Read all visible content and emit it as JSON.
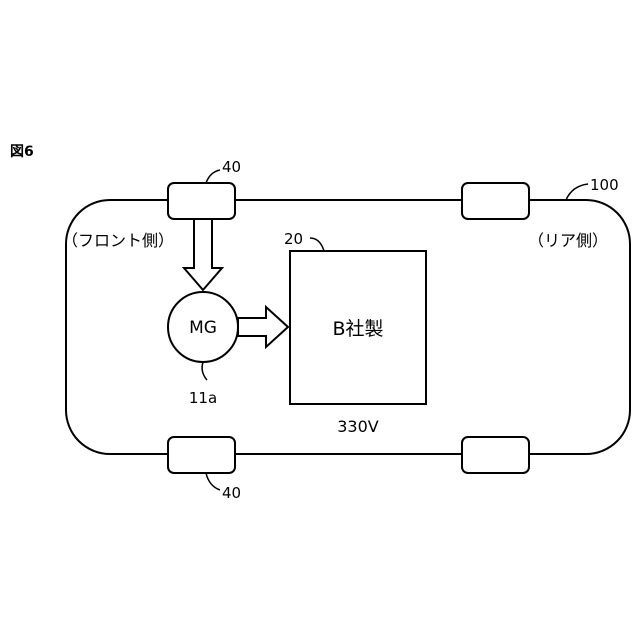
{
  "figure_label": "図6",
  "vehicle": {
    "ref": "100",
    "front_label": "（フロント側）",
    "rear_label": "（リア側）"
  },
  "wheels": {
    "ref_top": "40",
    "ref_bottom": "40"
  },
  "motor_generator": {
    "label": "MG",
    "ref": "11a"
  },
  "battery": {
    "ref": "20",
    "maker_label": "B社製",
    "voltage": "330V"
  }
}
